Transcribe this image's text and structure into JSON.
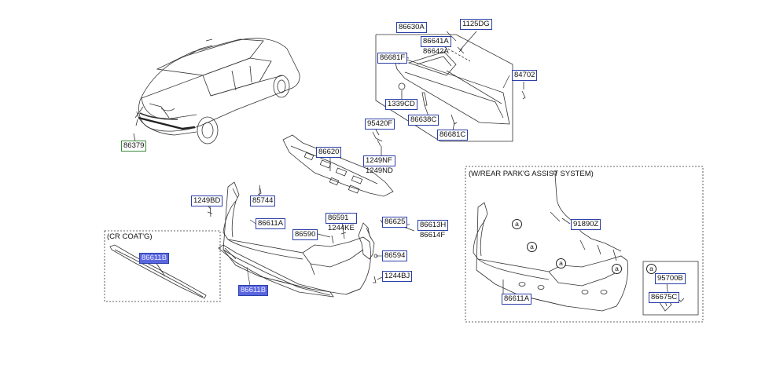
{
  "labels": {
    "p86630A": "86630A",
    "p1125DG": "1125DG",
    "p86641A": "86641A",
    "p86642A": "86642A",
    "p86681F": "86681F",
    "p84702": "84702",
    "p1339CD": "1339CD",
    "p86638C": "86638C",
    "p86681C": "86681C",
    "p86379": "86379",
    "p95420F": "95420F",
    "p86620": "86620",
    "p1249NF": "1249NF",
    "p1249ND": "1249ND",
    "p1249BD": "1249BD",
    "p85744": "85744",
    "p86611A_main": "86611A",
    "p86591": "86591",
    "p1244KE": "1244KE",
    "p86590": "86590",
    "p86625": "86625",
    "p86613H": "86613H",
    "p86614F": "86614F",
    "p86594": "86594",
    "p1244BJ": "1244BJ",
    "p86611B_main": "86611B",
    "p86611B_cr": "86611B",
    "p91890Z": "91890Z",
    "p86611A_park": "86611A",
    "p95700B": "95700B",
    "p86675C": "86675C"
  },
  "boxes": {
    "cr_coat_title": "(CR COAT'G)",
    "park_assist_title": "(W/REAR PARK'G ASSIST SYSTEM)"
  },
  "callouts": {
    "a": "a"
  },
  "colors": {
    "label_border": "#2b3fa8",
    "label_border_green": "#3a8a3a",
    "highlight_fill": "#5a66e0",
    "line": "#333333"
  }
}
